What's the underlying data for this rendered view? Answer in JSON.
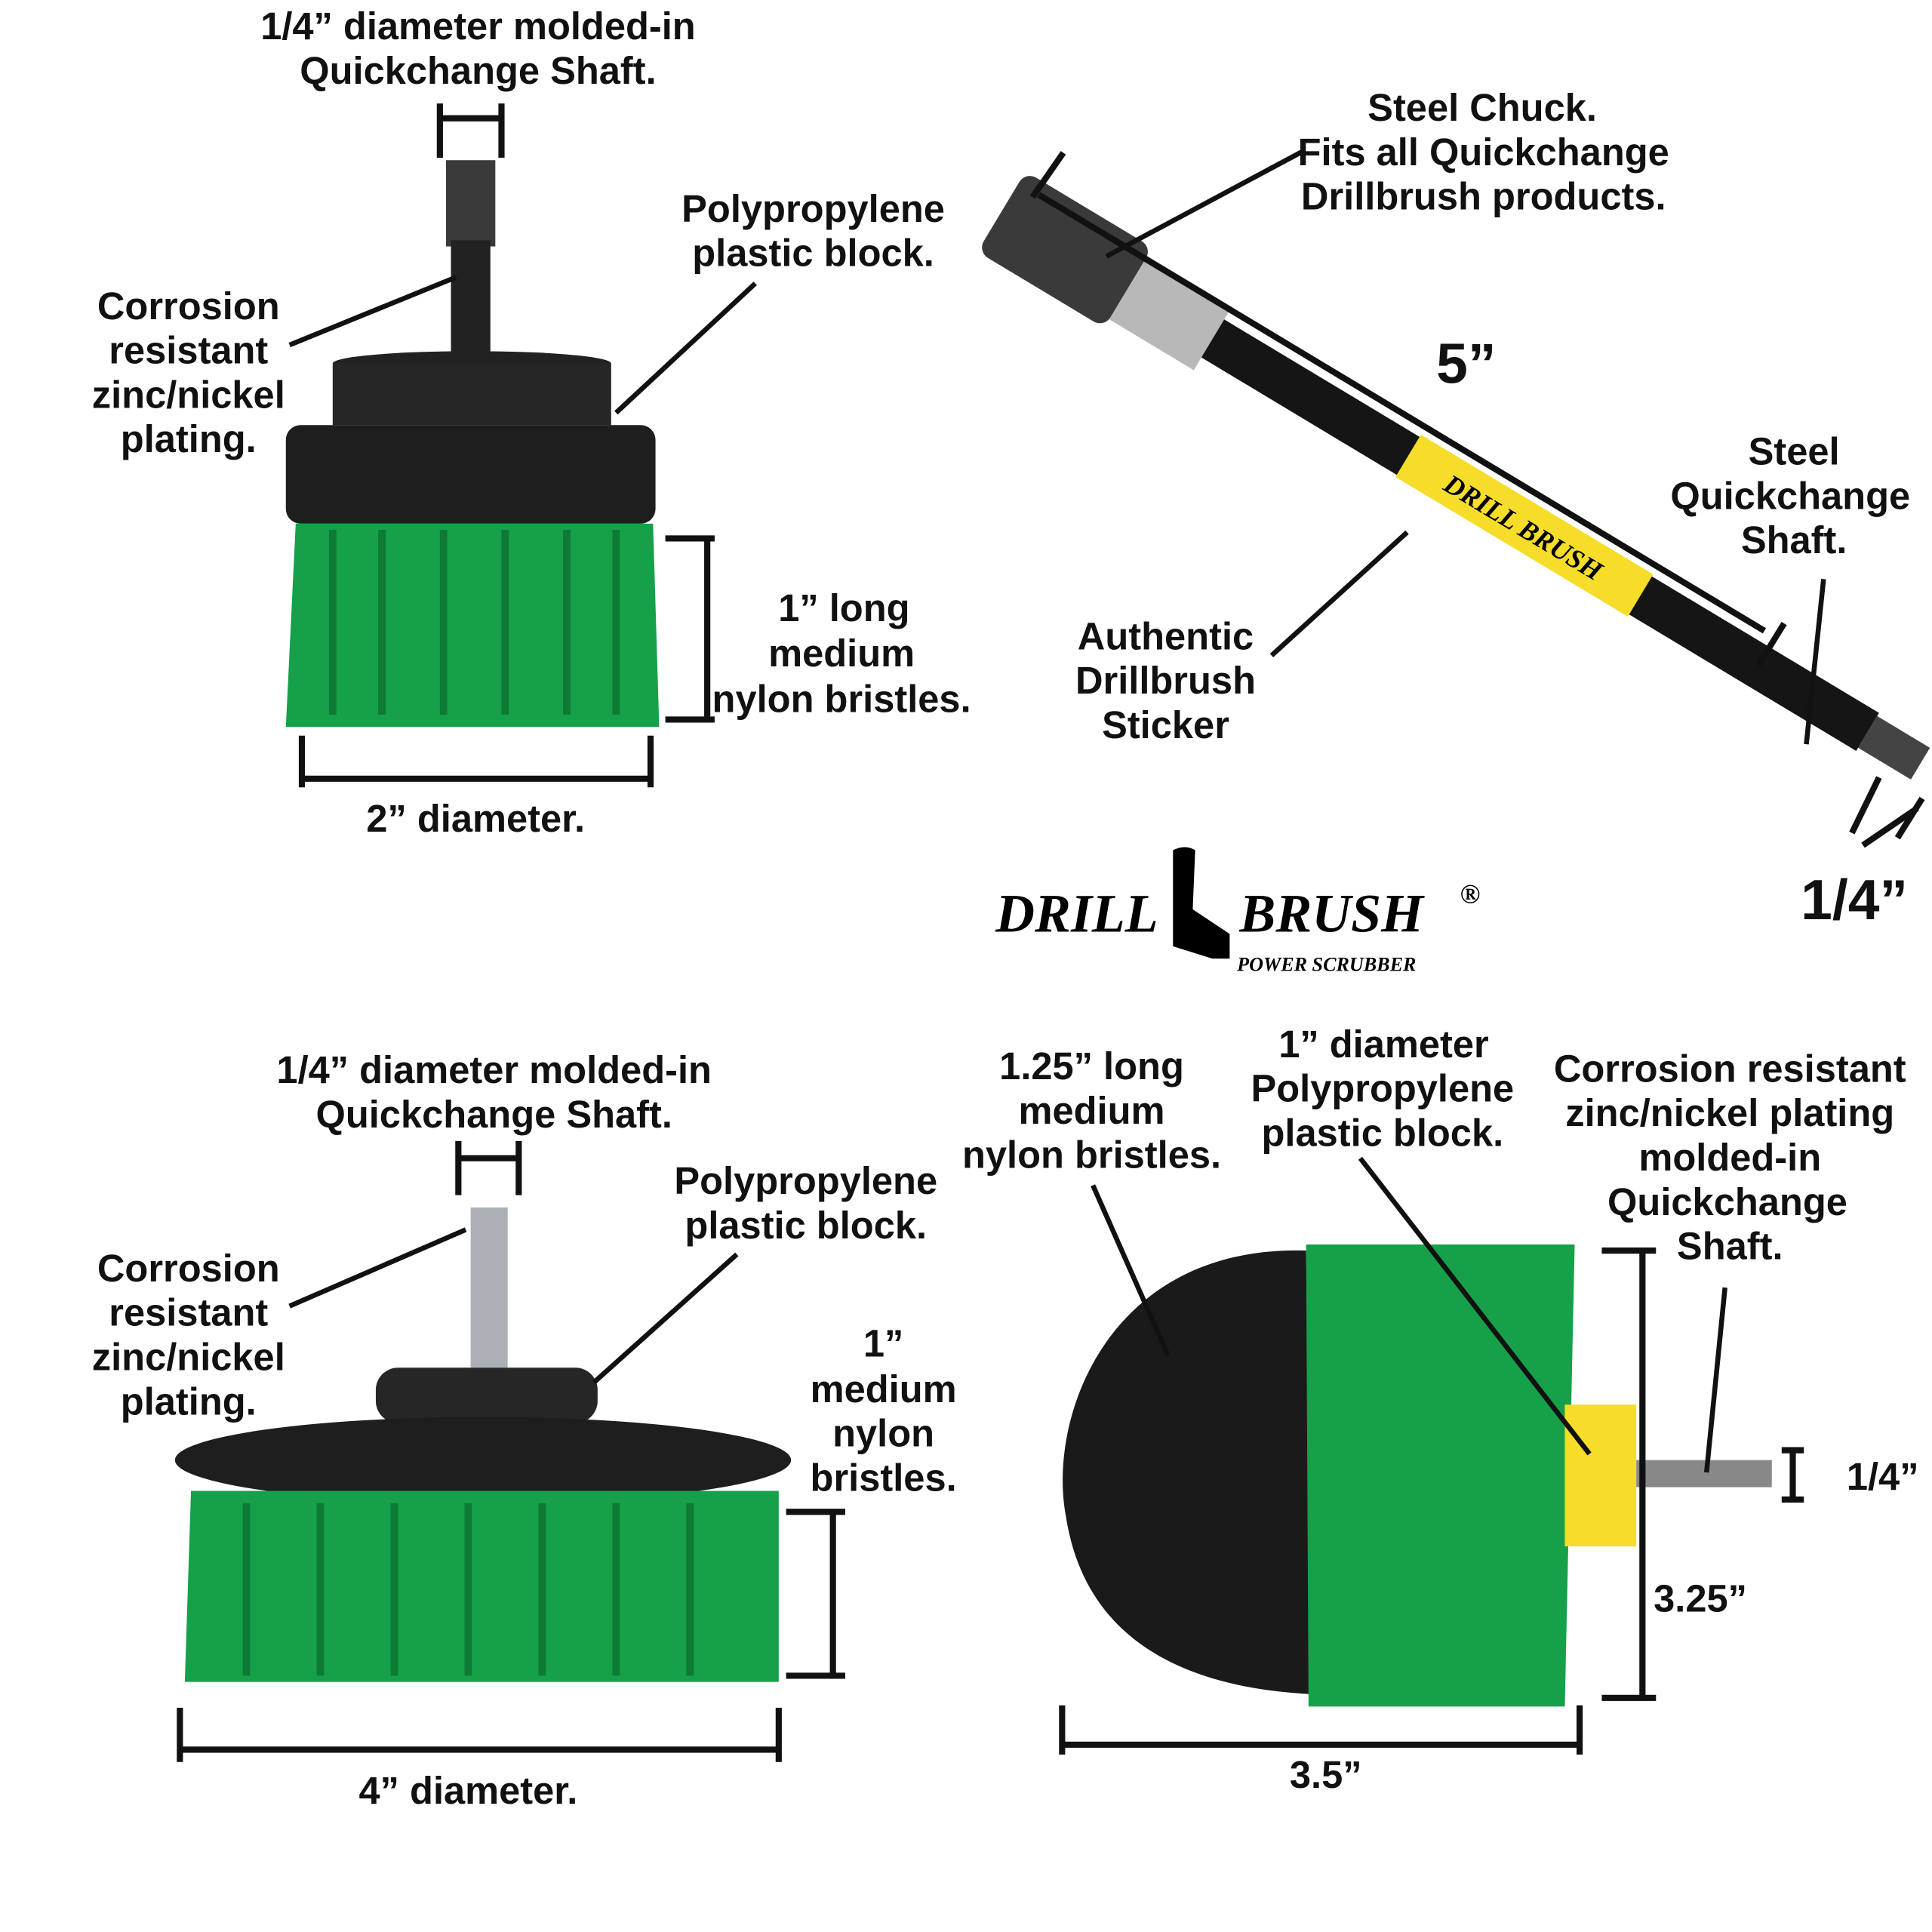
{
  "brand": {
    "logo_left": "DRILL",
    "logo_right": "BRUSH",
    "registered": "®",
    "tagline": "POWER SCRUBBER",
    "sticker_text": "DRILL BRUSH"
  },
  "colors": {
    "bristle_green": "#16a04a",
    "bristle_black": "#1a1a1a",
    "block": "#2b2b2b",
    "sticker_yellow": "#f5dd2a"
  },
  "brush_2in": {
    "shaft_label": [
      "1/4” diameter molded-in",
      "Quickchange Shaft."
    ],
    "block_label": [
      "Polypropylene",
      "plastic block."
    ],
    "plating_label": [
      "Corrosion",
      "resistant",
      "zinc/nickel",
      "plating."
    ],
    "bristle_label": [
      "1” long",
      "medium",
      "nylon bristles."
    ],
    "diameter_label": "2” diameter."
  },
  "extension": {
    "chuck_label": [
      "Steel Chuck.",
      "Fits all Quickchange",
      "Drillbrush products."
    ],
    "length_label": "5”",
    "shaft_label": [
      "Steel",
      "Quickchange",
      "Shaft."
    ],
    "sticker_label": [
      "Authentic",
      "Drillbrush",
      "Sticker"
    ],
    "shaft_size_label": "1/4”"
  },
  "brush_4in": {
    "shaft_label": [
      "1/4” diameter molded-in",
      "Quickchange Shaft."
    ],
    "block_label": [
      "Polypropylene",
      "plastic block."
    ],
    "plating_label": [
      "Corrosion",
      "resistant",
      "zinc/nickel",
      "plating."
    ],
    "bristle_label": [
      "1”",
      "medium",
      "nylon",
      "bristles."
    ],
    "diameter_label": "4” diameter."
  },
  "corner_brush": {
    "bristle_label": [
      "1.25” long",
      "medium",
      "nylon bristles."
    ],
    "block_label": [
      "1” diameter",
      "Polypropylene",
      "plastic block."
    ],
    "shaft_label": [
      "Corrosion resistant",
      "zinc/nickel plating",
      "molded-in",
      "Quickchange",
      "Shaft."
    ],
    "shaft_size_label": "1/4”",
    "height_label": "3.25”",
    "width_label": "3.5”"
  }
}
